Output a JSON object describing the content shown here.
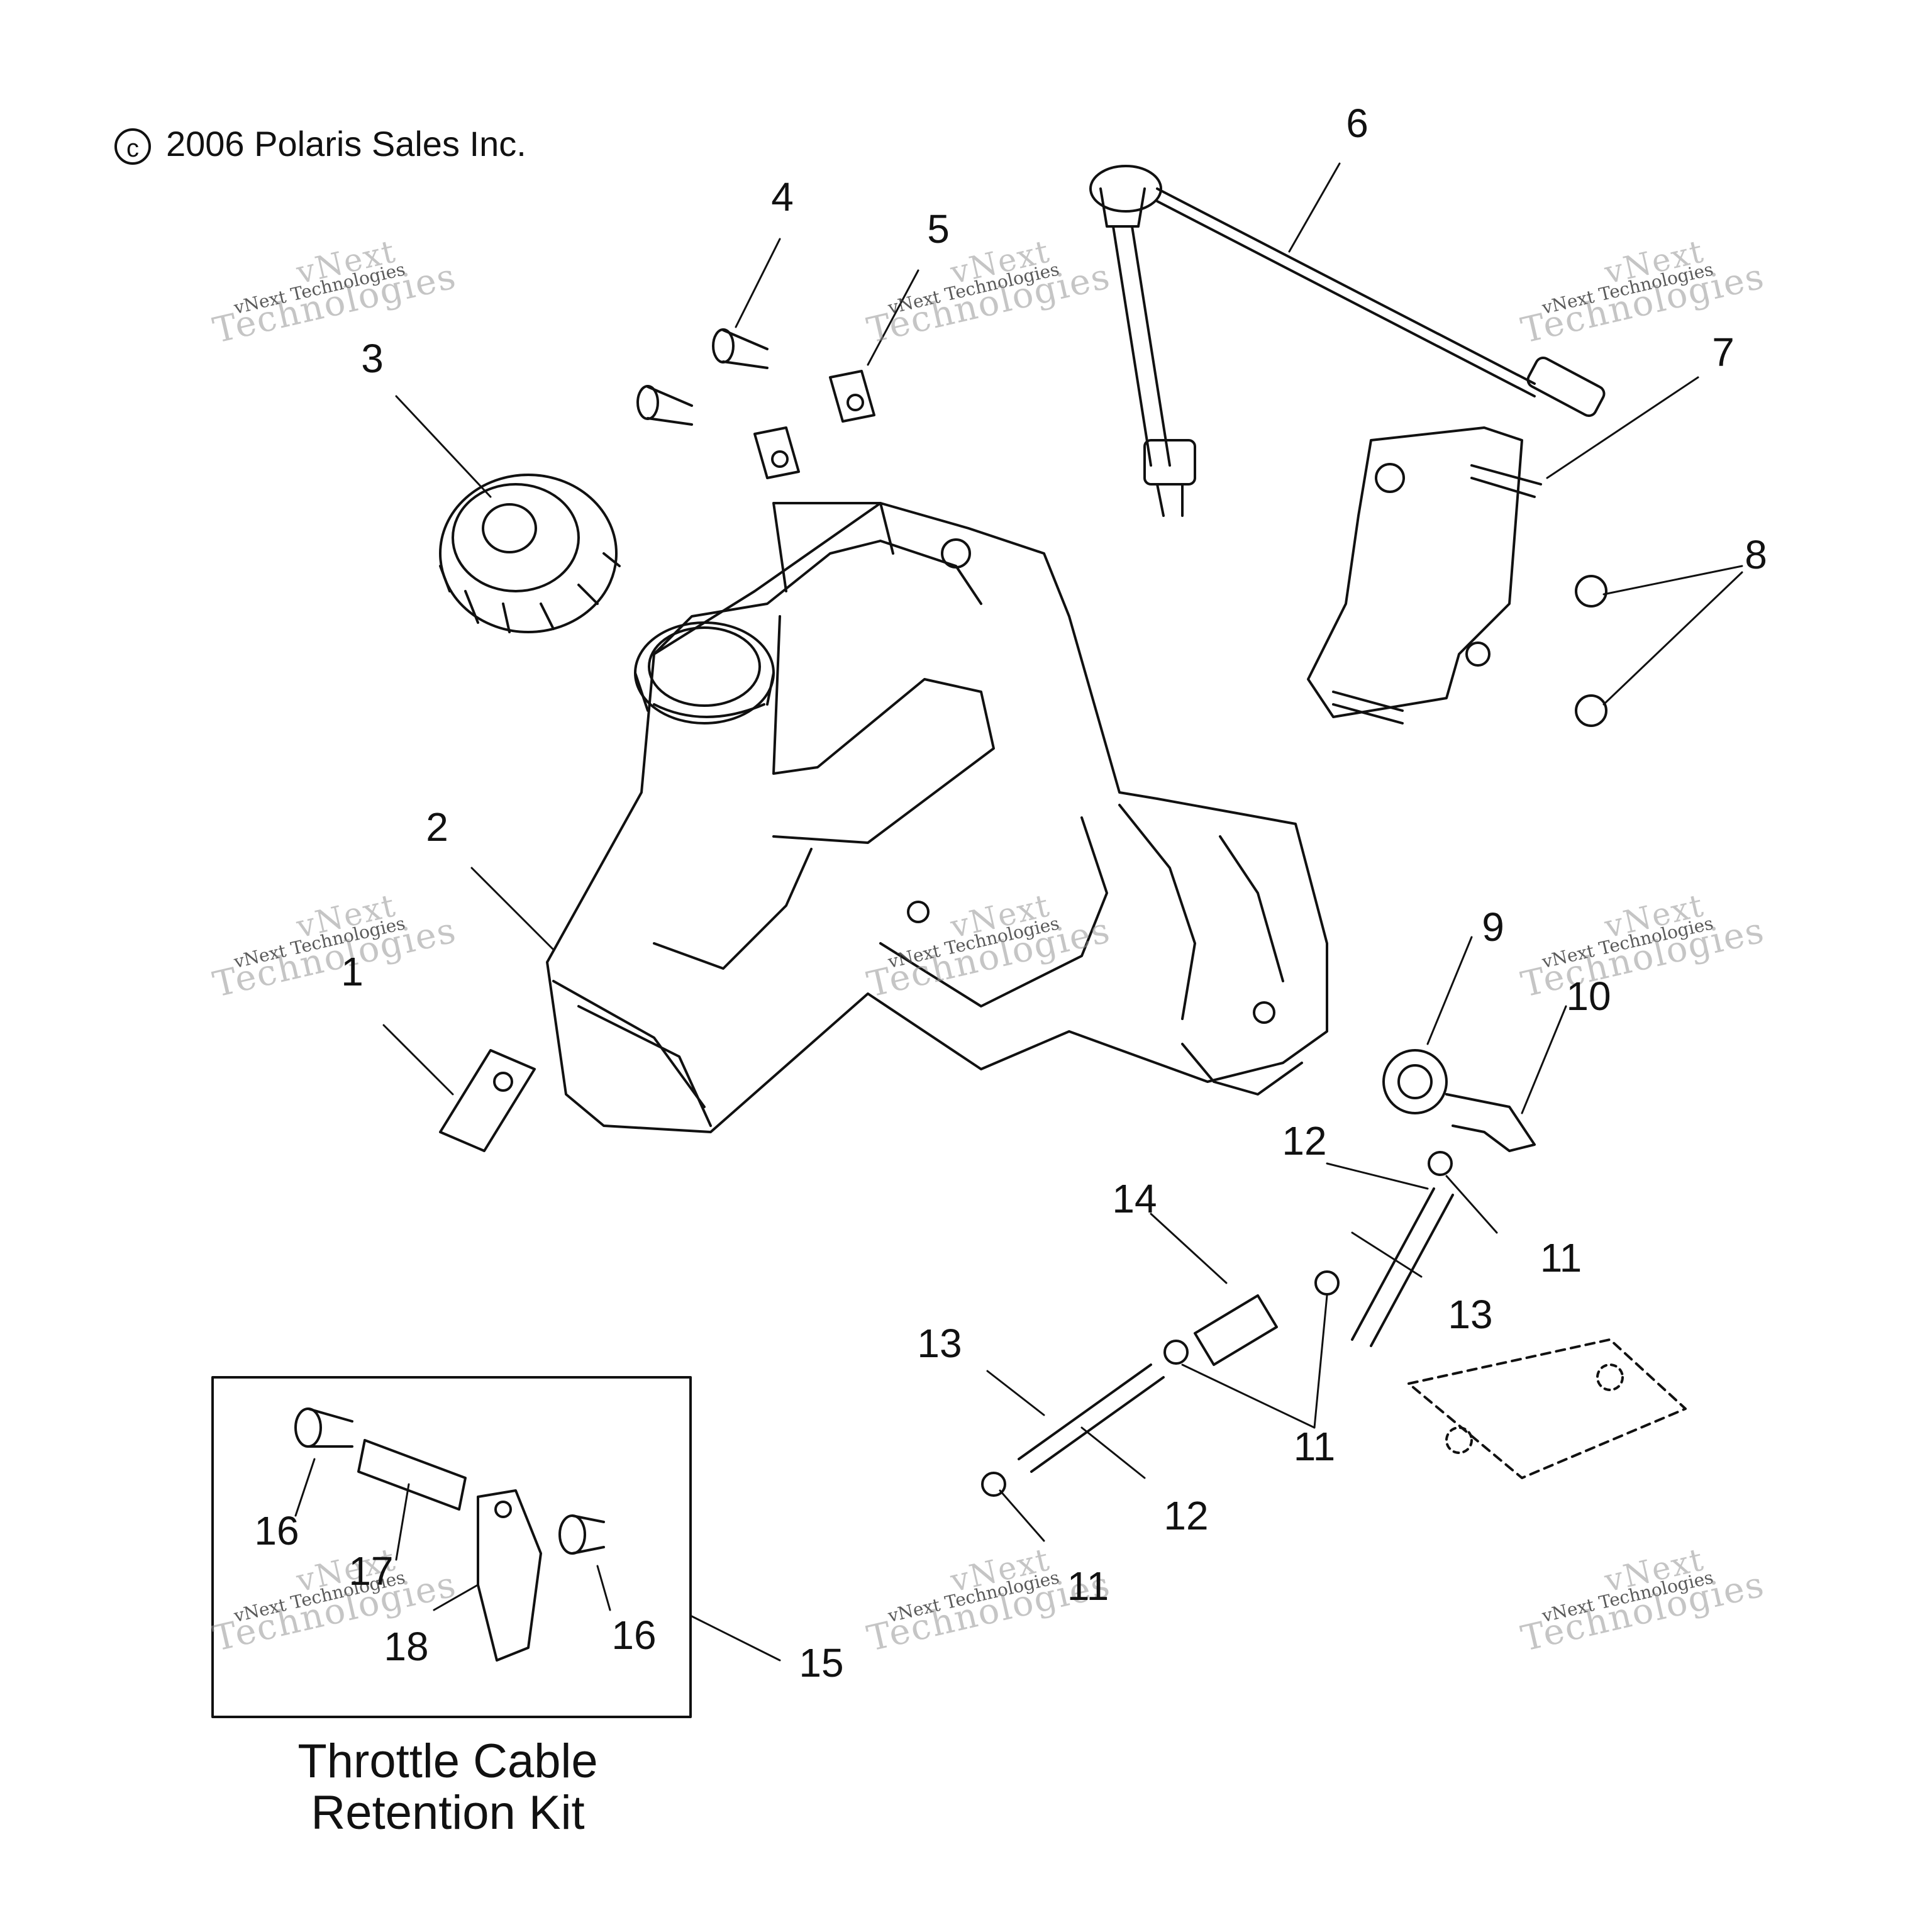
{
  "copyright": {
    "symbol": "c",
    "text": "2006 Polaris Sales Inc."
  },
  "kit": {
    "title_line1": "Throttle Cable",
    "title_line2": "Retention Kit"
  },
  "watermark": {
    "line1": "vNext",
    "line2": "vNext Technologies",
    "line3": "Technologies"
  },
  "callouts": {
    "c1": "1",
    "c2": "2",
    "c3": "3",
    "c4": "4",
    "c5": "5",
    "c6": "6",
    "c7": "7",
    "c8": "8",
    "c9": "9",
    "c10": "10",
    "c11a": "11",
    "c11b": "11",
    "c11c": "11",
    "c12a": "12",
    "c12b": "12",
    "c13a": "13",
    "c13b": "13",
    "c14": "14",
    "c15": "15",
    "c16a": "16",
    "c16b": "16",
    "c17": "17",
    "c18": "18"
  }
}
